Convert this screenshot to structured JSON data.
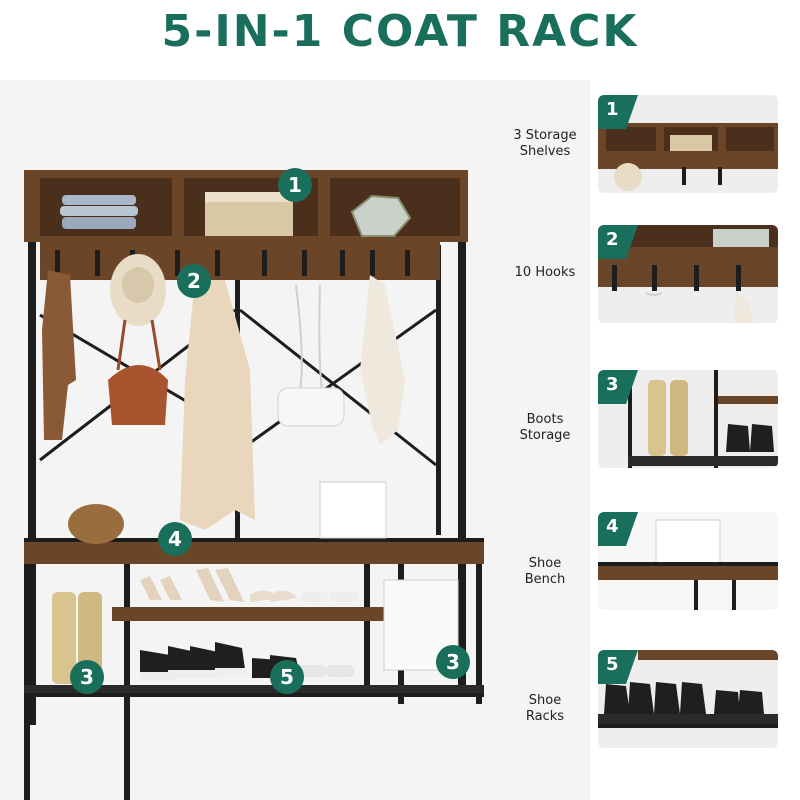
{
  "title": "5-IN-1 COAT RACK",
  "colors": {
    "accent": "#1a6e5c",
    "wood": "#6b4527",
    "frame": "#1d1d1d"
  },
  "badges": {
    "shelves": "1",
    "hooks": "2",
    "boots_left": "3",
    "boots_right": "3",
    "bench": "4",
    "racks": "5"
  },
  "features": [
    {
      "number": "1",
      "label": "3 Storage Shelves"
    },
    {
      "number": "2",
      "label": "10 Hooks"
    },
    {
      "number": "3",
      "label": "Boots Storage"
    },
    {
      "number": "4",
      "label": "Shoe Bench"
    },
    {
      "number": "5",
      "label": "Shoe Racks"
    }
  ],
  "feature_labels": {
    "f1_line1": "3 Storage",
    "f1_line2": "Shelves",
    "f2_line1": "10 Hooks",
    "f3_line1": "Boots",
    "f3_line2": "Storage",
    "f4_line1": "Shoe",
    "f4_line2": "Bench",
    "f5_line1": "Shoe",
    "f5_line2": "Racks"
  }
}
